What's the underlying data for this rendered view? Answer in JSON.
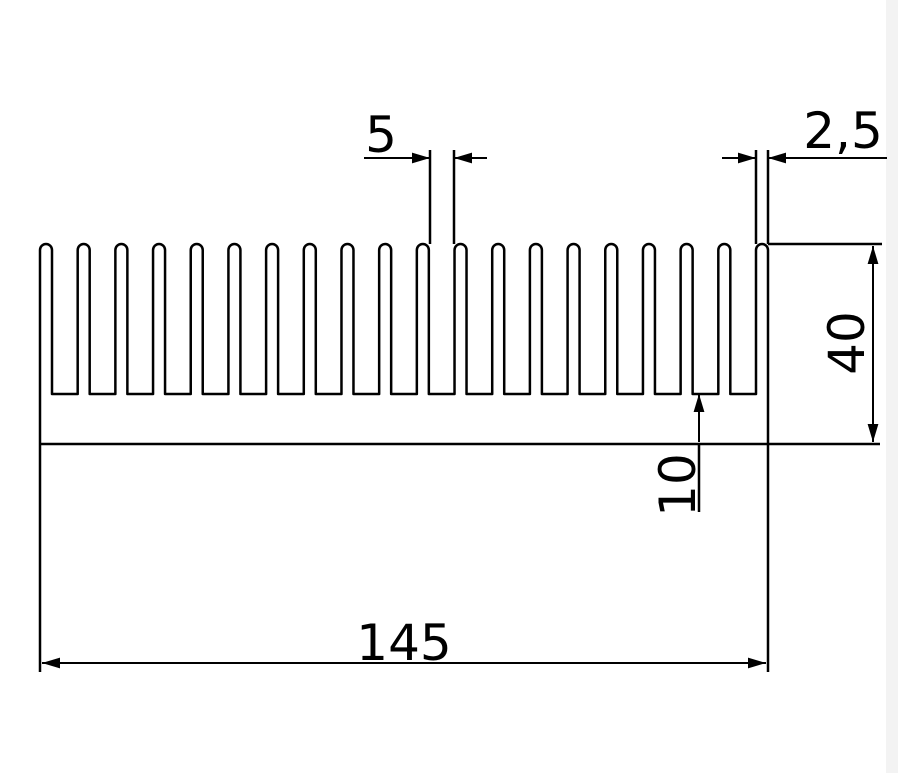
{
  "drawing": {
    "fin_count": 20,
    "line_color": "#000000",
    "background": "#ffffff",
    "dimensions": {
      "fin_pitch": "5",
      "fin_thickness": "2,5",
      "fin_height": "40",
      "base_thickness": "10",
      "total_width": "145"
    }
  }
}
